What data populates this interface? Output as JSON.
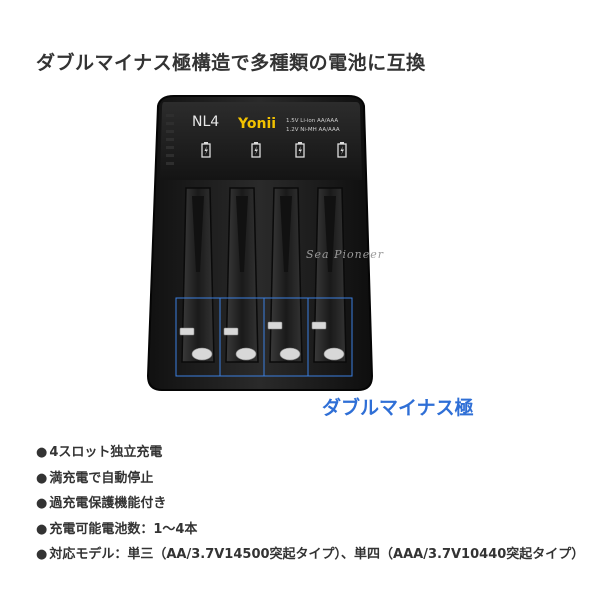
{
  "headline": "ダブルマイナス極構造で多種類の電池に互換",
  "device": {
    "model": "NL4",
    "brand": "Yonii",
    "spec_line_1": "1.5V Li-ion AA/AAA",
    "spec_line_2": "1.2V Ni-MH AA/AAA",
    "watermark": "Sea Pioneer",
    "accent_color": "#f2c200",
    "body_color": "#1f1f1f"
  },
  "callout": {
    "text": "ダブルマイナス極",
    "color": "#2f6fd6"
  },
  "features": [
    {
      "bullet": "●",
      "text": "4スロット独立充電"
    },
    {
      "bullet": "●",
      "text": "満充電で自動停止"
    },
    {
      "bullet": "●",
      "text": "過充電保護機能付き"
    },
    {
      "bullet": "●",
      "text": "充電可能電池数：1～4本"
    },
    {
      "bullet": "●",
      "text": "対応モデル：単三（AA/3.7V14500突起タイプ）、単四（AAA/3.7V10440突起タイプ）"
    }
  ]
}
